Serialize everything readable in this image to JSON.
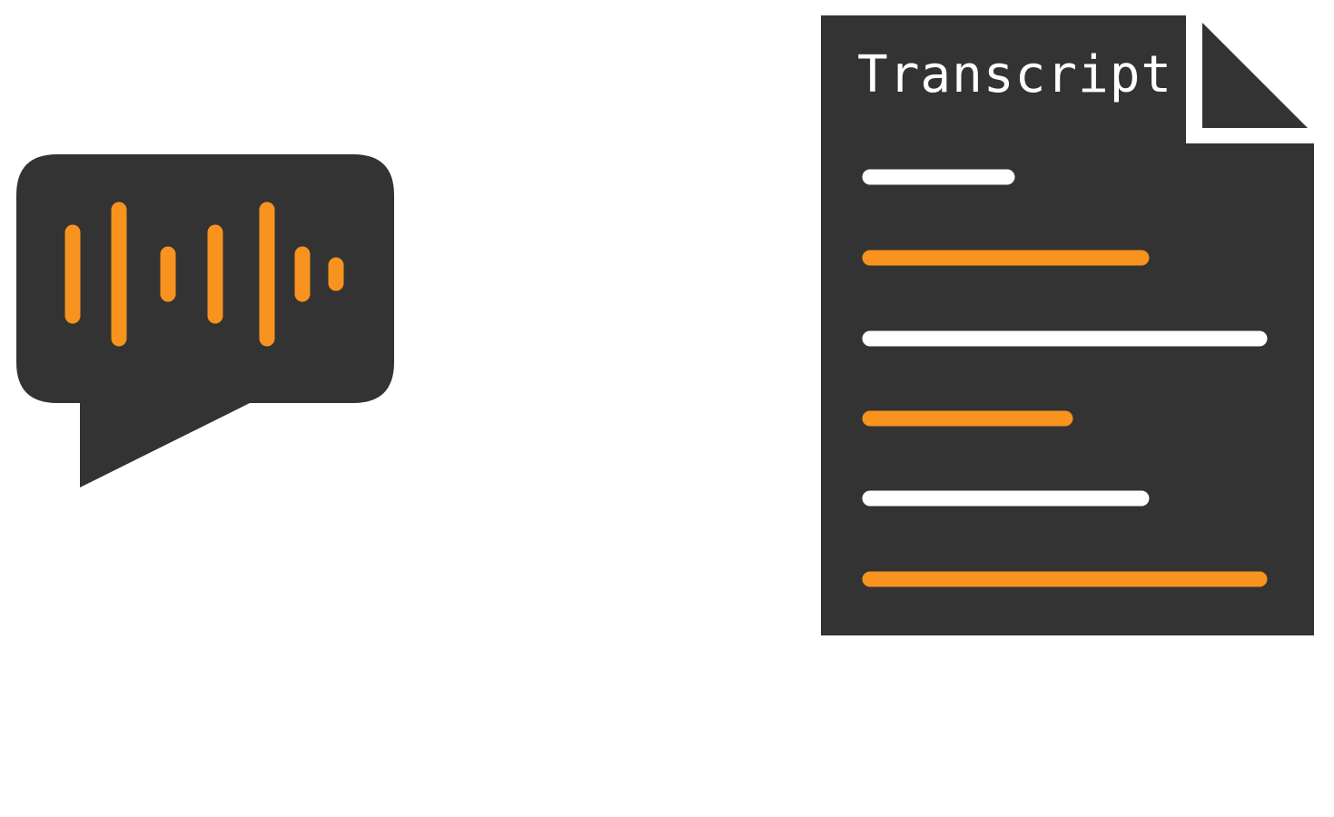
{
  "colors": {
    "background": "#ffffff",
    "dark": "#333333",
    "accent": "#f7931e",
    "light": "#ffffff"
  },
  "speech_bubble": {
    "icon": "audio-waveform-speech-bubble-icon",
    "waveform_bars": 7
  },
  "document": {
    "icon": "transcript-document-icon",
    "title": "Transcript",
    "line_colors": [
      "light",
      "accent",
      "light",
      "accent",
      "light",
      "accent"
    ]
  }
}
